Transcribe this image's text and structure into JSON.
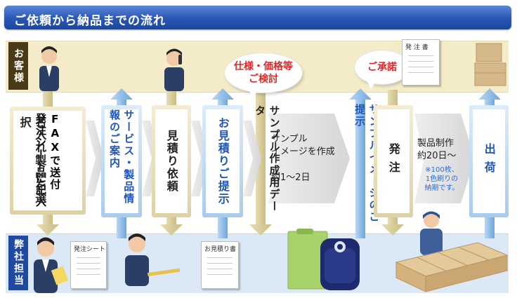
{
  "title": "ご依頼から納品までの流れ",
  "labels": {
    "customer": "お客様",
    "staff": "弊社担当"
  },
  "steps": {
    "select": "名入れ製品を選択",
    "fax": "FAXで送付\n発注シートに記入",
    "service": "サービス・製品情報のご案内",
    "estimate_request": "見積り依頼",
    "estimate_present": "お見積りご提示",
    "sample_data": "サンプル作成用データ",
    "sample_make": "サンプル\nイメージを作成",
    "sample_days": "約1～2日",
    "sample_present": "サンプルイメージのご提示",
    "order": "発注",
    "production": "製品制作\n約20日～",
    "production_note": "※100枚、\n1色刷りの\n納期です。",
    "shipping": "出荷"
  },
  "bubbles": {
    "spec": "仕様・価格等\nご検討",
    "approve": "ご承諾"
  },
  "docs": {
    "order_sheet": "発注シート",
    "estimate": "お見積り書",
    "purchase_order": "発 注 書"
  },
  "colors": {
    "title_bg": "#2a56b4",
    "bubble_text": "#e02828",
    "note_text": "#2b6fd6",
    "tan_arrow": "#d8cc9a",
    "blue_arrow": "#8cbbe6"
  }
}
